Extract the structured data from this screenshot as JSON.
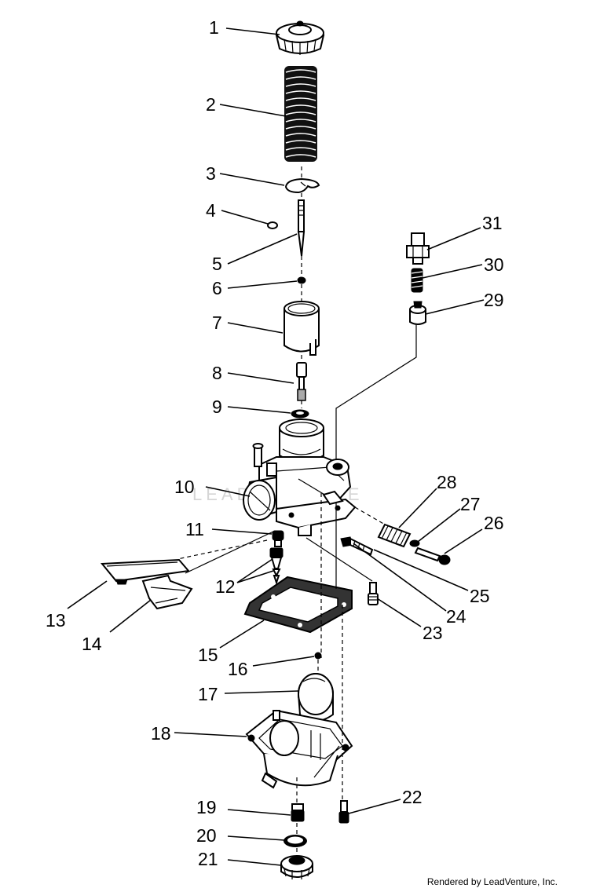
{
  "labels": [
    "1",
    "2",
    "3",
    "4",
    "5",
    "6",
    "7",
    "8",
    "9",
    "10",
    "11",
    "12",
    "13",
    "14",
    "15",
    "16",
    "17",
    "18",
    "19",
    "20",
    "21",
    "22",
    "23",
    "24",
    "25",
    "26",
    "27",
    "28",
    "29",
    "30",
    "31"
  ],
  "watermark": "LEADVENTURE",
  "footer": "Rendered by LeadVenture, Inc."
}
